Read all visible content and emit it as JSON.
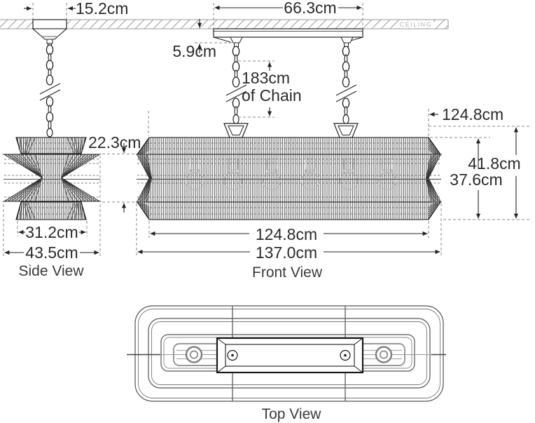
{
  "diagram": {
    "title": "Linear chandelier installation drawing",
    "ceiling_label": "CEILING",
    "views": {
      "side": "Side View",
      "front": "Front View",
      "top": "Top View"
    },
    "dimensions": {
      "side_canopy_width": "15.2cm",
      "front_canopy_width": "66.3cm",
      "canopy_drop": "5.9cm",
      "chain_length_line1": "183cm",
      "chain_length_line2": "of Chain",
      "side_middle_band_height": "22.3cm",
      "side_inner_width": "31.2cm",
      "side_overall_width": "43.5cm",
      "front_top_width": "124.8cm",
      "front_overall_height": "41.8cm",
      "front_shade_height": "37.6cm",
      "front_bottom_width": "124.8cm",
      "front_overall_width": "137.0cm"
    },
    "colors": {
      "line": "#222222",
      "dashed": "#8a8a8a",
      "hatch": "#3a3a3a",
      "ceiling_hatch": "#9a9a9a",
      "ghost_bulb": "#b5b5b5",
      "topview_gray": "#999999"
    }
  }
}
